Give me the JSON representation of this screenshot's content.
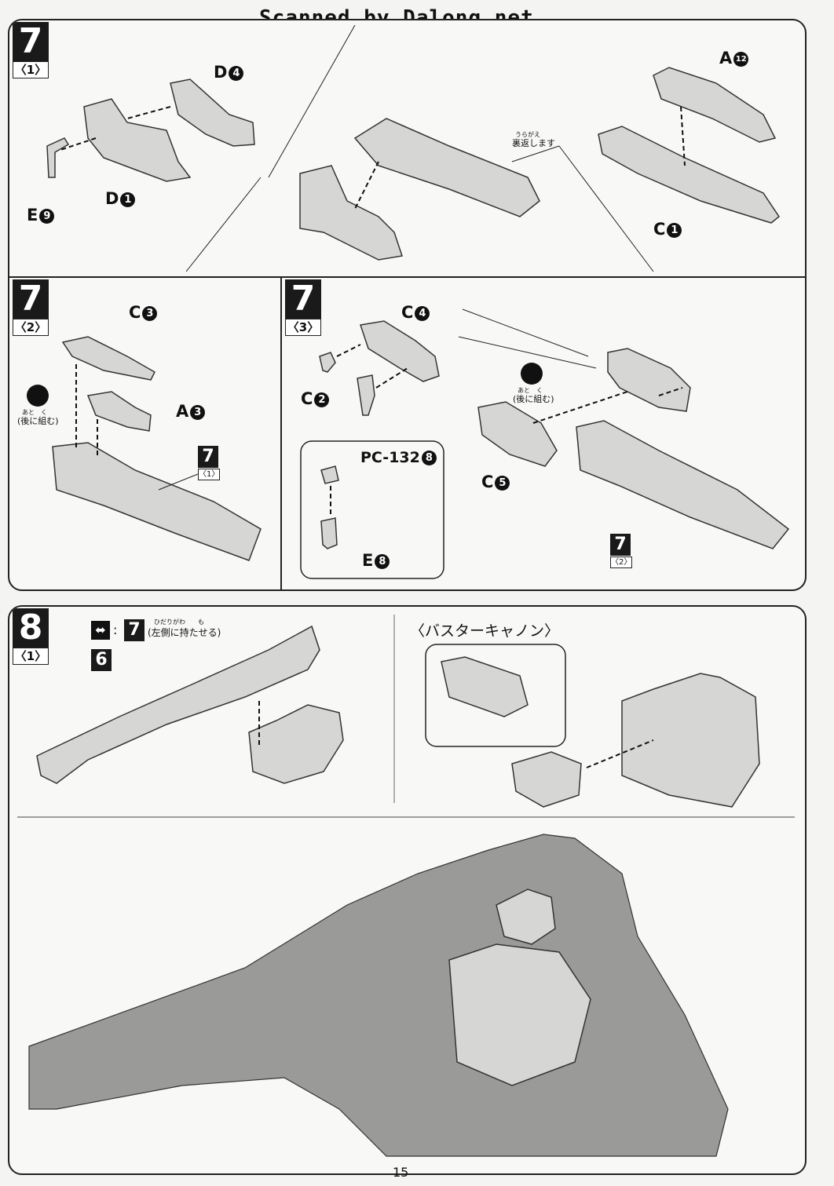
{
  "header": {
    "watermark": "Scanned by Dalong.net"
  },
  "step7": {
    "number": "7",
    "sub1": {
      "label": "〈1〉",
      "parts": {
        "d4": "D",
        "d4n": "4",
        "d1": "D",
        "d1n": "1",
        "e9": "E",
        "e9n": "9",
        "a12": "A",
        "a12n": "12",
        "c1": "C",
        "c1n": "1"
      },
      "note_ruby": "うらがえ",
      "note": "裏返します"
    },
    "sub2": {
      "label": "〈2〉",
      "parts": {
        "c3": "C",
        "c3n": "3",
        "a3": "A",
        "a3n": "3"
      },
      "later_ruby": "あと　く",
      "later": "(後に組む)",
      "ref_step": "7",
      "ref_sub": "〈1〉"
    },
    "sub3": {
      "label": "〈3〉",
      "parts": {
        "c4": "C",
        "c4n": "4",
        "c2": "C",
        "c2n": "2",
        "pc": "PC-132",
        "pcn": "8",
        "e8": "E",
        "e8n": "8",
        "c5": "C",
        "c5n": "5"
      },
      "later_ruby": "あと　く",
      "later": "(後に組む)",
      "ref_step": "7",
      "ref_sub": "〈2〉"
    }
  },
  "step8": {
    "number": "8",
    "sub1": {
      "label": "〈1〉",
      "ref_step": "7",
      "ref_ruby": "ひだりがわ　　も",
      "ref_note": "(左側に持たせる)",
      "ref_step2": "6"
    },
    "buster_title": "〈バスターキャノン〉"
  },
  "footer": {
    "page_number": "15"
  }
}
